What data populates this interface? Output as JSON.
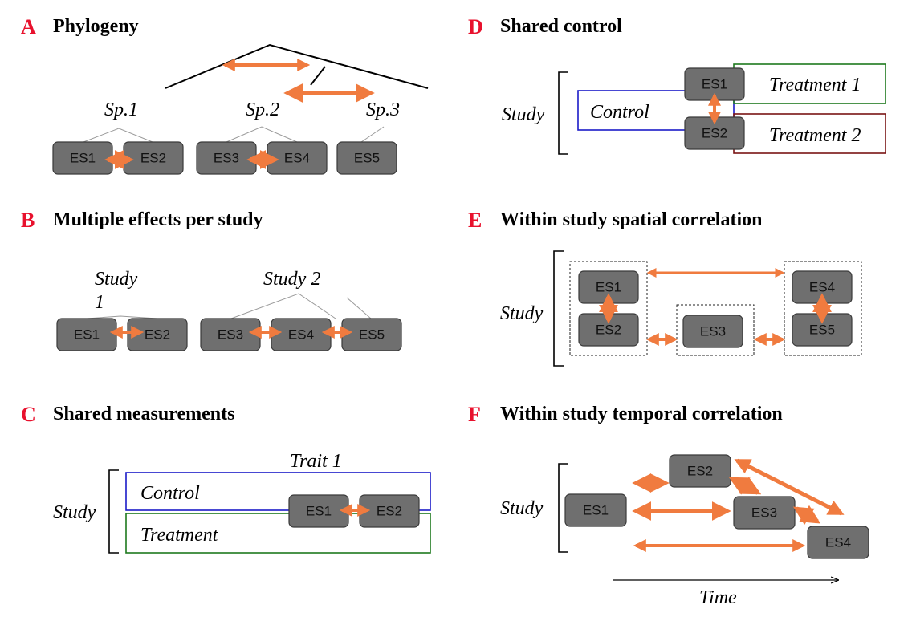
{
  "colors": {
    "letter": "#e8112d",
    "arrow": "#f07b3f",
    "box_fill": "#6f6f6f",
    "box_stroke": "#3a3a3a",
    "control_blue": "#1c1cc8",
    "treatment_green": "#1e7a1e",
    "treatment_red": "#7a1414"
  },
  "panels": {
    "A": {
      "letter": "A",
      "title": "Phylogeny",
      "species": [
        "Sp.1",
        "Sp.2",
        "Sp.3"
      ],
      "es": [
        "ES1",
        "ES2",
        "ES3",
        "ES4",
        "ES5"
      ]
    },
    "B": {
      "letter": "B",
      "title": "Multiple effects per study",
      "study1_line1": "Study",
      "study1_line2": "1",
      "study2": "Study 2",
      "es": [
        "ES1",
        "ES2",
        "ES3",
        "ES4",
        "ES5"
      ]
    },
    "C": {
      "letter": "C",
      "title": "Shared measurements",
      "trait": "Trait 1",
      "study": "Study",
      "control": "Control",
      "treatment": "Treatment",
      "es": [
        "ES1",
        "ES2"
      ]
    },
    "D": {
      "letter": "D",
      "title": "Shared control",
      "study": "Study",
      "control": "Control",
      "treatment1": "Treatment 1",
      "treatment2": "Treatment 2",
      "es": [
        "ES1",
        "ES2"
      ]
    },
    "E": {
      "letter": "E",
      "title": "Within study spatial correlation",
      "study": "Study",
      "es": [
        "ES1",
        "ES2",
        "ES3",
        "ES4",
        "ES5"
      ]
    },
    "F": {
      "letter": "F",
      "title": "Within study temporal correlation",
      "study": "Study",
      "time": "Time",
      "es": [
        "ES1",
        "ES2",
        "ES3",
        "ES4"
      ]
    }
  }
}
